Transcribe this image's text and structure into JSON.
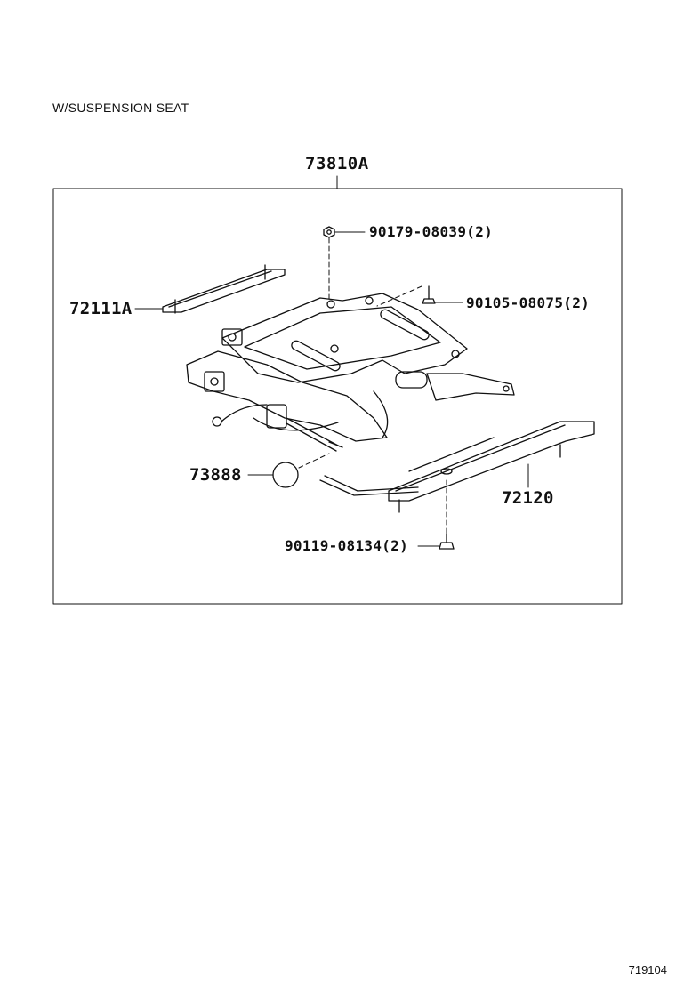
{
  "section_title": "W/SUSPENSION SEAT",
  "assembly_part": "73810A",
  "parts": {
    "nut_top": "90179-08039(2)",
    "bolt_right": "90105-08075(2)",
    "rail_left": "72111A",
    "knob": "73888",
    "rail_right": "72120",
    "bolt_bottom": "90119-08134(2)"
  },
  "footer_code": "719104",
  "colors": {
    "line": "#111111",
    "background": "#ffffff"
  }
}
